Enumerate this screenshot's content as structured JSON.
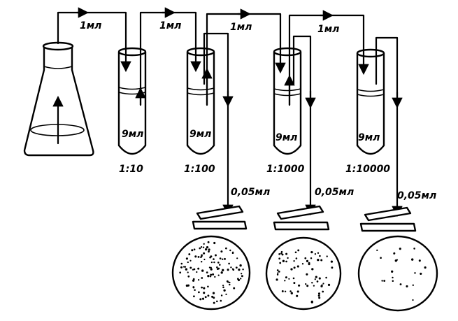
{
  "transfer_volume": "1мл",
  "diluent_volume": "9мл",
  "plating_volume": "0,05мл",
  "tubes": [
    {
      "dilution": "1:10"
    },
    {
      "dilution": "1:100"
    },
    {
      "dilution": "1:1000"
    },
    {
      "dilution": "1:10000"
    }
  ],
  "plates": [
    {
      "colony_density": "high"
    },
    {
      "colony_density": "medium"
    },
    {
      "colony_density": "low"
    }
  ]
}
